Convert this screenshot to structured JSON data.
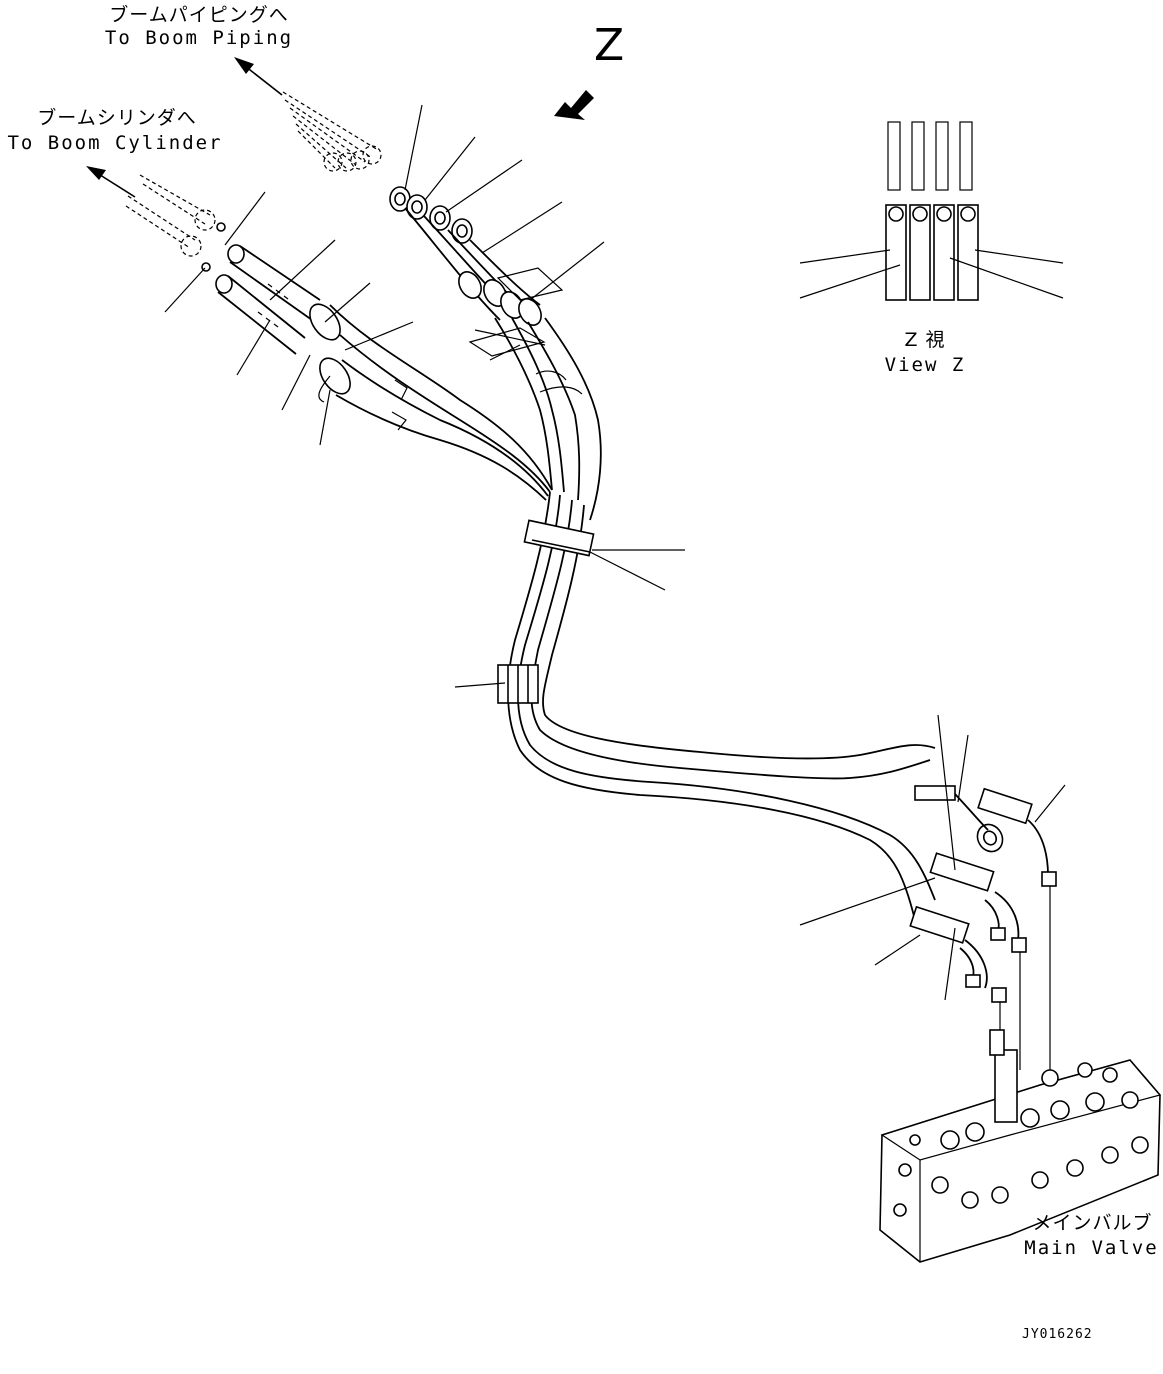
{
  "labels": {
    "boom_piping_jp": "ブームパイピングへ",
    "boom_piping_en": "To Boom Piping",
    "boom_cylinder_jp": "ブームシリンダへ",
    "boom_cylinder_en": "To Boom Cylinder",
    "view_letter": "Z",
    "view_z_jp": "Z 視",
    "view_z_en": "View Z",
    "main_valve_jp": "メインバルブ",
    "main_valve_en": "Main Valve",
    "drawing_code": "JY016262"
  }
}
